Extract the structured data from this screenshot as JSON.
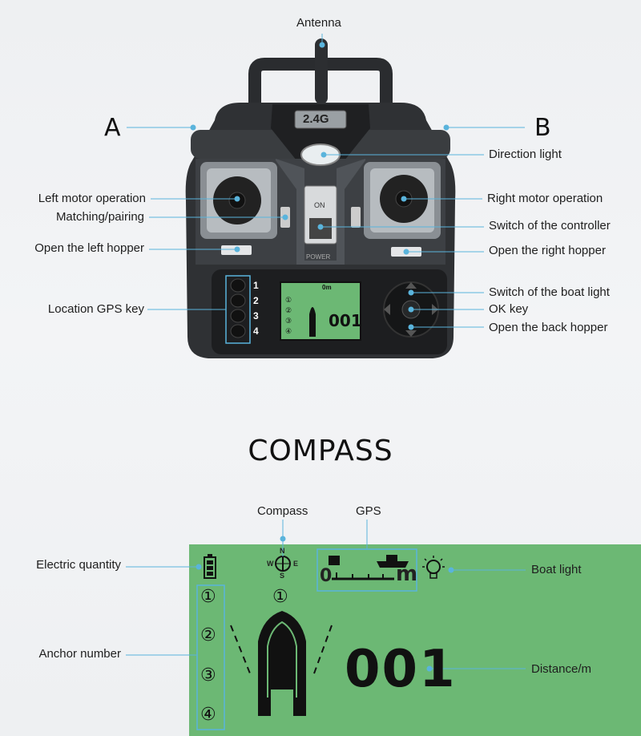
{
  "labels": {
    "antenna": "Antenna",
    "a": "A",
    "b": "B",
    "direction_light": "Direction light",
    "left_motor": "Left motor operation",
    "matching": "Matching/pairing",
    "open_left_hopper": "Open the left hopper",
    "location_gps_key": "Location GPS key",
    "right_motor": "Right motor operation",
    "switch_controller": "Switch of the controller",
    "open_right_hopper": "Open the right hopper",
    "switch_boat_light": "Switch of the boat light",
    "ok_key": "OK key",
    "open_back_hopper": "Open the back hopper"
  },
  "remote": {
    "band": "2.4G",
    "on_text": "ON",
    "power_text": "POWER",
    "gps_keys": [
      "1",
      "2",
      "3",
      "4"
    ],
    "screen_distance": "001",
    "screen_anchors": [
      "①",
      "②",
      "③",
      "④"
    ],
    "screen_scale": "0m"
  },
  "compass_section": {
    "title": "COMPASS",
    "compass_label": "Compass",
    "gps_label": "GPS",
    "electric_quantity": "Electric quantity",
    "boat_light": "Boat light",
    "anchor_number": "Anchor number",
    "distance_label": "Distance/m",
    "distance_value": "001",
    "anchors": [
      "①",
      "②",
      "③",
      "④"
    ],
    "heading_anchor": "①",
    "compass_n": "N",
    "compass_s": "S",
    "compass_w": "W",
    "compass_e": "E",
    "scale_zero": "0",
    "scale_unit": "m"
  },
  "colors": {
    "callout": "#5ab4dc",
    "lcd_green": "#6cb874",
    "body_dark": "#2c2e31"
  }
}
